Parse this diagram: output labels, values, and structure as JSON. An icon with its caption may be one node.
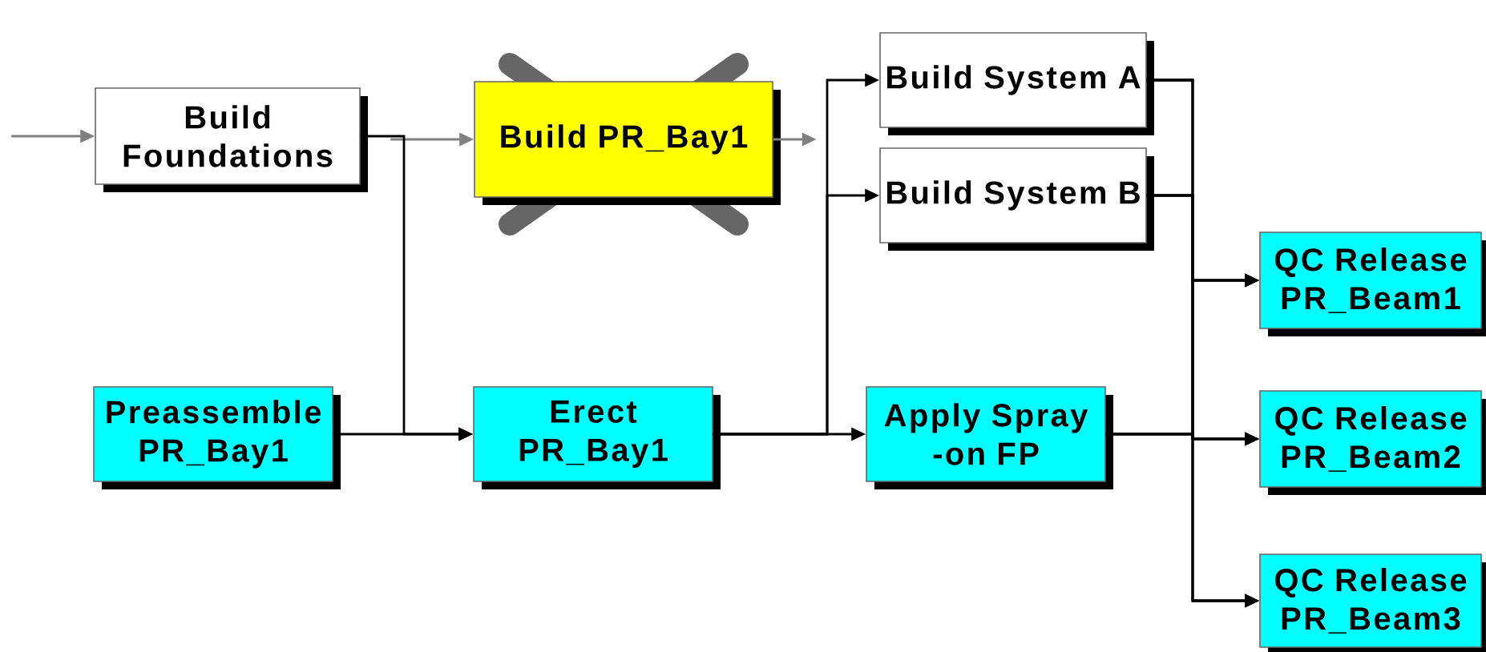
{
  "diagram": {
    "nodes": [
      {
        "text": [
          "Build Foundations"
        ]
      },
      {
        "text": [
          "Build PR_Bay1"
        ]
      },
      {
        "text": [
          "Build System A"
        ]
      },
      {
        "text": [
          "Build System B"
        ]
      },
      {
        "text": [
          "Preassemble PR_Bay1"
        ]
      },
      {
        "text": [
          "Erect PR_Bay1"
        ]
      },
      {
        "text": [
          "Apply Spray -on FP"
        ]
      },
      {
        "text": [
          "QC Release PR_Beam1"
        ]
      },
      {
        "text": [
          "QC Release PR_Beam2"
        ]
      },
      {
        "text": [
          "QC Release PR_Beam3"
        ]
      }
    ],
    "edges": [
      {
        "from": null,
        "to": 0,
        "arrow": "to",
        "color": "#808080"
      },
      {
        "from": null,
        "to": 1,
        "arrow": "to",
        "color": "#808080"
      },
      {
        "from": 1,
        "to": null,
        "arrow": "to",
        "color": "#808080"
      },
      {
        "from": 0,
        "to": 5,
        "arrow": "to"
      },
      {
        "from": 4,
        "to": 5,
        "arrow": "to"
      },
      {
        "from": 5,
        "to": 2,
        "arrow": "to"
      },
      {
        "from": 5,
        "to": 3,
        "arrow": "to"
      },
      {
        "from": 5,
        "to": 6,
        "arrow": "to"
      },
      {
        "from": 2,
        "to": 7,
        "arrow": "to"
      },
      {
        "from": 2,
        "to": 8,
        "arrow": "to"
      },
      {
        "from": 2,
        "to": 9,
        "arrow": "to"
      },
      {
        "from": 3,
        "to": 7,
        "arrow": "to"
      },
      {
        "from": 3,
        "to": 8,
        "arrow": "to"
      },
      {
        "from": 3,
        "to": 9,
        "arrow": "to"
      },
      {
        "from": 6,
        "to": 7,
        "arrow": "to"
      },
      {
        "from": 6,
        "to": 8,
        "arrow": "to"
      },
      {
        "from": 6,
        "to": 9,
        "arrow": "to"
      }
    ]
  }
}
